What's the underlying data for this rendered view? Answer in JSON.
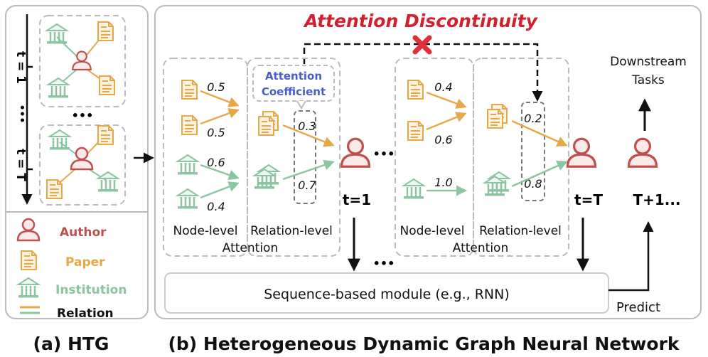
{
  "title_top": "Attention Discontinuity",
  "attention_coefficient": [
    "Attention",
    "Coefficient"
  ],
  "timeline": {
    "t1": "t = 1",
    "tT": "t = T",
    "dots": "•••"
  },
  "legend": {
    "author": "Author",
    "paper": "Paper",
    "institution": "Institution",
    "relation": "Relation"
  },
  "weights_left": {
    "p1": "0.5",
    "p2": "0.5",
    "i1": "0.6",
    "i2": "0.4",
    "r1": "0.3",
    "r2": "0.7"
  },
  "weights_right": {
    "p1": "0.4",
    "p2": "0.6",
    "i1": "1.0",
    "r1": "0.2",
    "r2": "0.8"
  },
  "step_left": "t=1",
  "step_right": "t=T",
  "next_step": "T+1...",
  "ellipsis": "•••",
  "node_level": "Node-level",
  "relation_level": "Relation-level",
  "attention": "Attention",
  "downstream": [
    "Downstream",
    "Tasks"
  ],
  "sequence_module": "Sequence-based module (e.g., RNN)",
  "predict": "Predict",
  "caption_a": "(a) HTG",
  "caption_b": "(b) Heterogeneous Dynamic Graph Neural Network",
  "colors": {
    "author": "#c0504d",
    "paper": "#e7a84a",
    "institution": "#8cc5a1",
    "red_title": "#d0222e",
    "blue_label": "#4a5cc9"
  }
}
